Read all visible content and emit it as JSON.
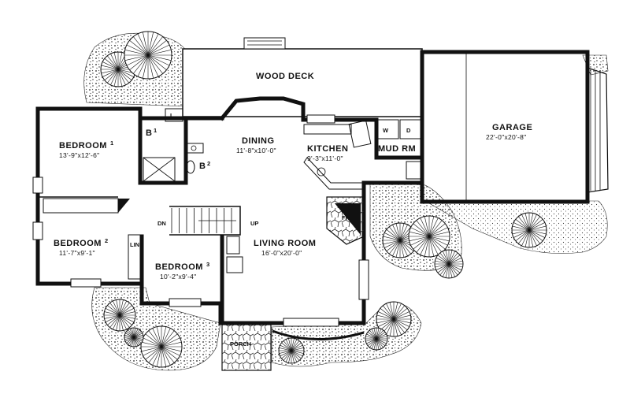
{
  "rooms": {
    "wood_deck": {
      "name": "WOOD DECK"
    },
    "bedroom1": {
      "name": "BEDROOM",
      "num": "1",
      "dims": "13'-9\"x12'-6\""
    },
    "bath1": {
      "name": "B",
      "num": "1"
    },
    "bath2": {
      "name": "B",
      "num": "2"
    },
    "dining": {
      "name": "DINING",
      "dims": "11'-8\"x10'-0\""
    },
    "kitchen": {
      "name": "KITCHEN",
      "dims": "9'-3\"x11'-0\""
    },
    "mud_room": {
      "name": "MUD RM"
    },
    "garage": {
      "name": "GARAGE",
      "dims": "22'-0\"x20'-8\""
    },
    "bedroom2": {
      "name": "BEDROOM",
      "num": "2",
      "dims": "11'-7\"x9'-1\""
    },
    "bedroom3": {
      "name": "BEDROOM",
      "num": "3",
      "dims": "10'-2\"x9'-4\""
    },
    "living_room": {
      "name": "LIVING ROOM",
      "dims": "16'-0\"x20'-0\""
    },
    "porch": {
      "name": "PORCH"
    }
  },
  "marks": {
    "linen": "LIN",
    "laundry_l": "L",
    "washer": "W",
    "dryer": "D",
    "fireplace": "FP",
    "stairs_down": "DN",
    "stairs_up": "UP"
  }
}
